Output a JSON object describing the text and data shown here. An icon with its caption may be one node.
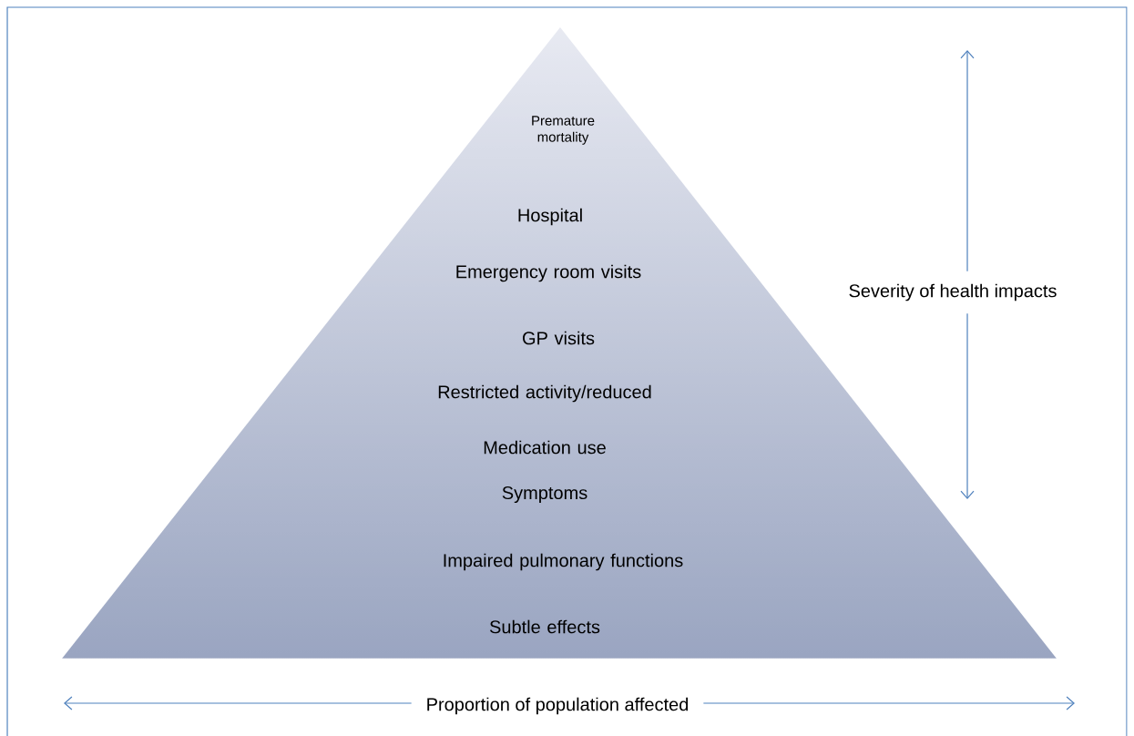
{
  "diagram": {
    "nodes": [
      {
        "text": [
          "Premature mortality",
          "Hospital",
          "Emergency room visits",
          "GP visits",
          "Restricted activity/reduced",
          "Medication use",
          "Symptoms",
          "Impaired pulmonary functions",
          "Subtle effects"
        ]
      }
    ],
    "labels": [
      "Severity of health impacts",
      "Proportion of population affected"
    ]
  }
}
